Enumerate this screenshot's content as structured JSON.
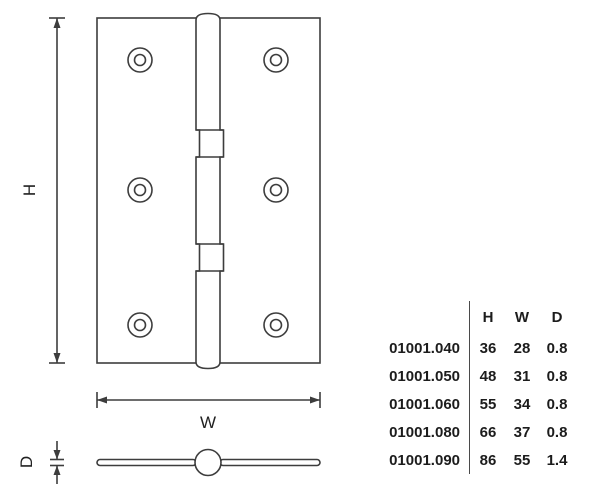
{
  "drawing": {
    "h_label": "H",
    "w_label": "W",
    "d_label": "D"
  },
  "table": {
    "headers": {
      "h": "H",
      "w": "W",
      "d": "D"
    },
    "rows": [
      {
        "code": "01001.040",
        "h": "36",
        "w": "28",
        "d": "0.8"
      },
      {
        "code": "01001.050",
        "h": "48",
        "w": "31",
        "d": "0.8"
      },
      {
        "code": "01001.060",
        "h": "55",
        "w": "34",
        "d": "0.8"
      },
      {
        "code": "01001.080",
        "h": "66",
        "w": "37",
        "d": "0.8"
      },
      {
        "code": "01001.090",
        "h": "86",
        "w": "55",
        "d": "1.4"
      }
    ]
  }
}
